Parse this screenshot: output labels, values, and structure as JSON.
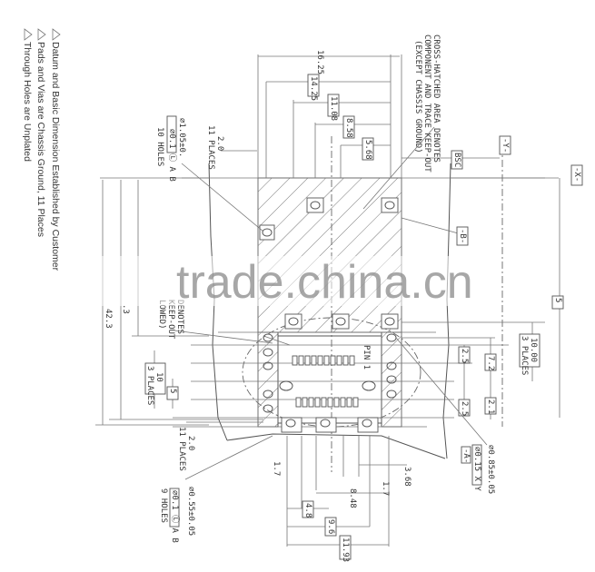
{
  "notes": [
    {
      "marker": "1",
      "text": "Datum and Basic Dimension Established by Customer"
    },
    {
      "marker": "2",
      "text": "Pads and Vias are Chassis Ground, 11 Places"
    },
    {
      "marker": "3",
      "text": "Through Holes are Unplated"
    }
  ],
  "callouts": {
    "crosshatch": [
      "CROSS-HATCHED AREA DENOTES",
      "COMPONENT AND TRACE KEEP-OUT",
      "(EXCEPT CHASSIS GROUND)"
    ],
    "keepout_partial": [
      "DENOTES",
      "KEEP-OUT",
      "LOWED)"
    ],
    "pin1": "PIN 1",
    "top_hole": {
      "dia": "⌀1.05±0.",
      "tol": "⌀0.1 Ⓛ A B",
      "count": "10 HOLES"
    },
    "top_pad": {
      "dim": "2.0",
      "places": "11 PLACES"
    },
    "bottom_pad": {
      "dim": "2.0",
      "places": "11 PLACES"
    },
    "bottom_hole": {
      "dia": "⌀0.55±0.05",
      "tol": "⌀0.1 Ⓛ A B",
      "count": "9 HOLES"
    },
    "right_hole": {
      "dia": "⌀0.85±0.05",
      "tol": "⌀0.15 X Y",
      "datum": "-A-"
    }
  },
  "datums": {
    "y": "-Y-",
    "x": "-X-",
    "b": "-B-",
    "bsc": "BSC"
  },
  "dims_top": [
    "16.25",
    "14.25",
    "11.08",
    "8.58",
    "5.68"
  ],
  "dims_left": [
    "42.3",
    ".3",
    "10",
    "3 PLACES",
    "5"
  ],
  "dims_right": [
    "10.00",
    "3 PLACES",
    "7.2",
    "2.5",
    "2.5",
    "2.1",
    "5"
  ],
  "dims_bottom": [
    "1.7",
    "3.68",
    "1.7",
    "8.48",
    "4.8",
    "9.6",
    "11.93"
  ],
  "watermark": "trade.china.cn"
}
